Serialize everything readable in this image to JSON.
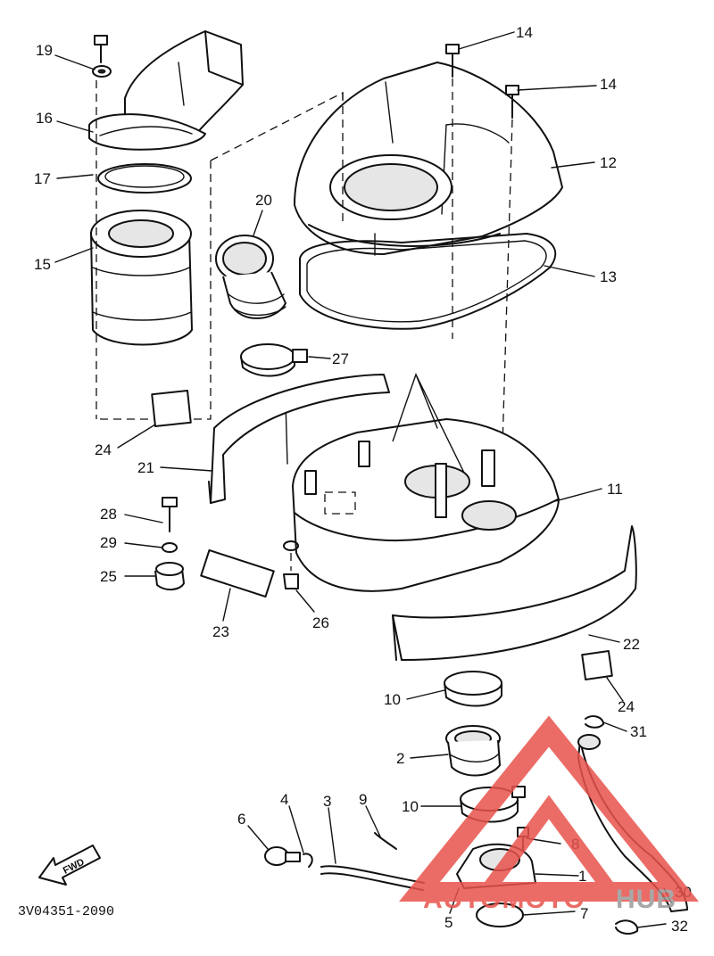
{
  "diagram": {
    "code": "3V04351-2090",
    "fwd_label": "FWD",
    "callouts": [
      {
        "n": "19"
      },
      {
        "n": "16"
      },
      {
        "n": "17"
      },
      {
        "n": "15"
      },
      {
        "n": "20"
      },
      {
        "n": "14"
      },
      {
        "n": "14"
      },
      {
        "n": "12"
      },
      {
        "n": "13"
      },
      {
        "n": "27"
      },
      {
        "n": "24"
      },
      {
        "n": "21"
      },
      {
        "n": "11"
      },
      {
        "n": "28"
      },
      {
        "n": "29"
      },
      {
        "n": "25"
      },
      {
        "n": "23"
      },
      {
        "n": "26"
      },
      {
        "n": "22"
      },
      {
        "n": "24"
      },
      {
        "n": "10"
      },
      {
        "n": "31"
      },
      {
        "n": "2"
      },
      {
        "n": "6"
      },
      {
        "n": "4"
      },
      {
        "n": "3"
      },
      {
        "n": "9"
      },
      {
        "n": "10"
      },
      {
        "n": "8"
      },
      {
        "n": "1"
      },
      {
        "n": "30"
      },
      {
        "n": "5"
      },
      {
        "n": "7"
      },
      {
        "n": "32"
      }
    ]
  },
  "watermark": {
    "text_red": "AUTOMOTO",
    "text_gray": "HUB",
    "color_red": "#e8534c",
    "color_gray": "#9a9a9a"
  }
}
